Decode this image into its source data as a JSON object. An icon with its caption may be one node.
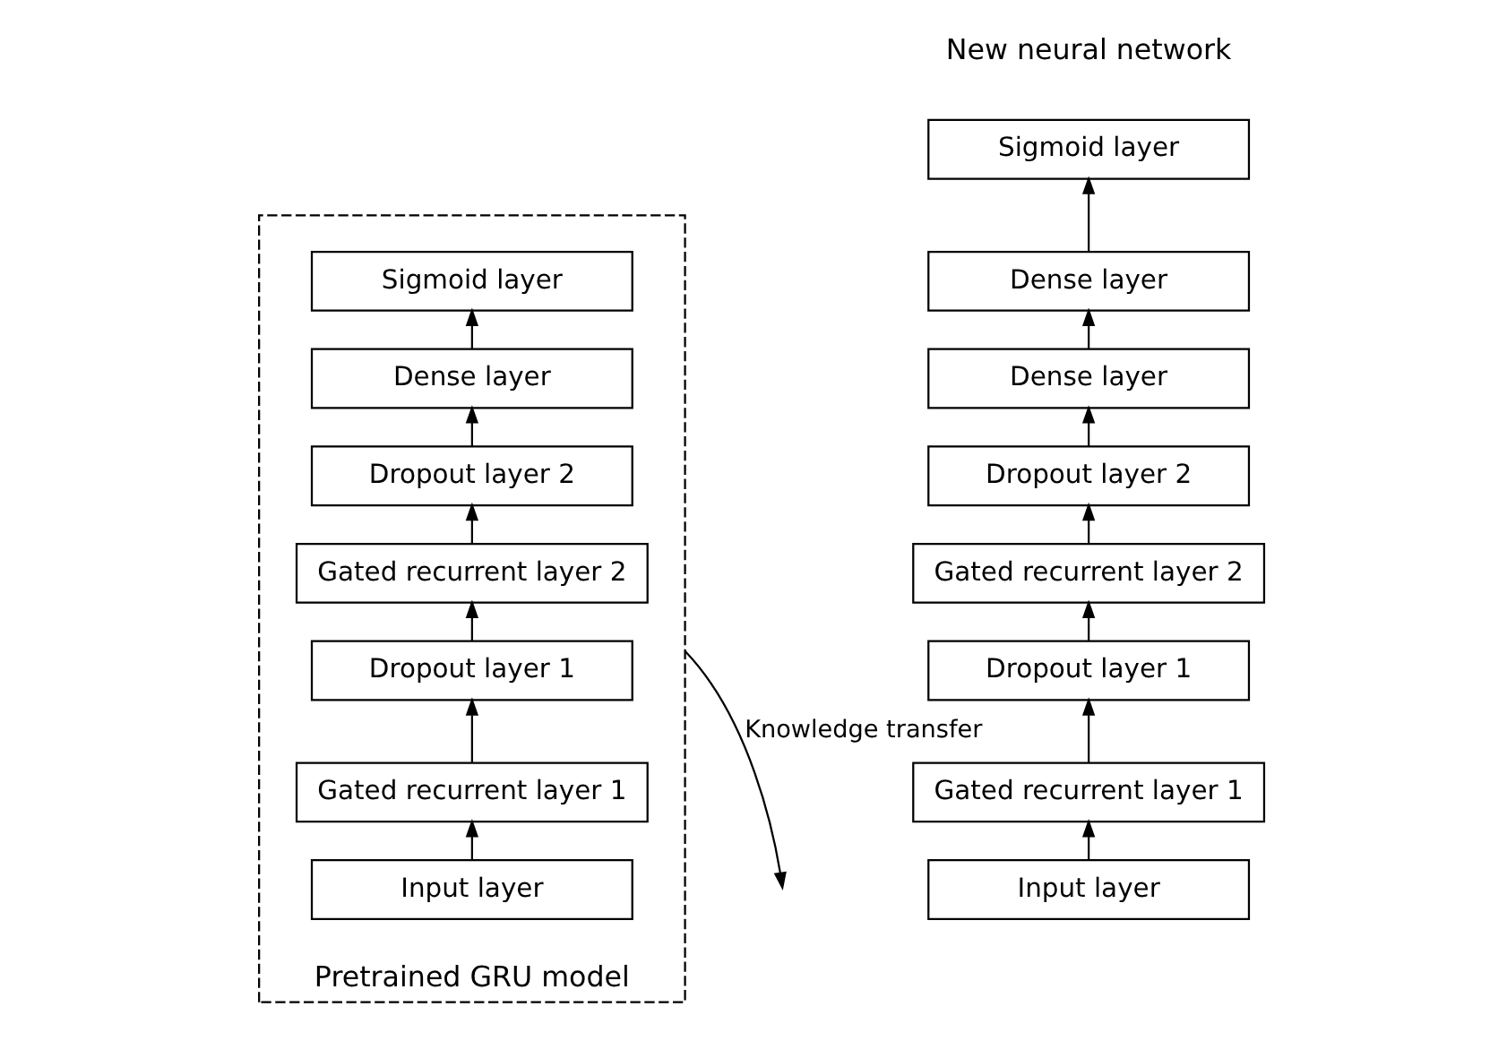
{
  "diagram": {
    "nodes": [
      {
        "text": [
          "Pretrained GRU model"
        ]
      },
      {
        "text": [
          "Sigmoid layer"
        ],
        "in": 0
      },
      {
        "text": [
          "Dense layer"
        ],
        "in": 0
      },
      {
        "text": [
          "Dropout layer 2"
        ],
        "in": 0
      },
      {
        "text": [
          "Gated recurrent layer 2"
        ],
        "in": 0
      },
      {
        "text": [
          "Dropout layer 1"
        ],
        "in": 0
      },
      {
        "text": [
          "Gated recurrent layer 1"
        ],
        "in": 0
      },
      {
        "text": [
          "Input layer"
        ],
        "in": 0
      },
      {
        "text": [
          "Sigmoid layer"
        ]
      },
      {
        "text": [
          "Dense layer"
        ]
      },
      {
        "text": [
          "Dense layer"
        ]
      },
      {
        "text": [
          "Dropout layer 2"
        ]
      },
      {
        "text": [
          "Gated recurrent layer 2"
        ]
      },
      {
        "text": [
          "Dropout layer 1"
        ]
      },
      {
        "text": [
          "Gated recurrent layer 1"
        ]
      },
      {
        "text": [
          "Input layer"
        ]
      }
    ],
    "edges": [
      {
        "from": 7,
        "to": 6,
        "arrow": "to"
      },
      {
        "from": 6,
        "to": 5,
        "arrow": "to"
      },
      {
        "from": 5,
        "to": 4,
        "arrow": "to"
      },
      {
        "from": 4,
        "to": 3,
        "arrow": "to"
      },
      {
        "from": 3,
        "to": 2,
        "arrow": "to"
      },
      {
        "from": 2,
        "to": 1,
        "arrow": "to"
      },
      {
        "from": 15,
        "to": 14,
        "arrow": "to"
      },
      {
        "from": 14,
        "to": 13,
        "arrow": "to"
      },
      {
        "from": 13,
        "to": 12,
        "arrow": "to"
      },
      {
        "from": 12,
        "to": 11,
        "arrow": "to"
      },
      {
        "from": 11,
        "to": 10,
        "arrow": "to"
      },
      {
        "from": 10,
        "to": 9,
        "arrow": "to"
      },
      {
        "from": 9,
        "to": 8,
        "arrow": "to"
      },
      {
        "from": 0,
        "to": null,
        "arrow": "to",
        "label": "Knowledge transfer"
      }
    ],
    "labels": [
      "New neural network"
    ]
  }
}
